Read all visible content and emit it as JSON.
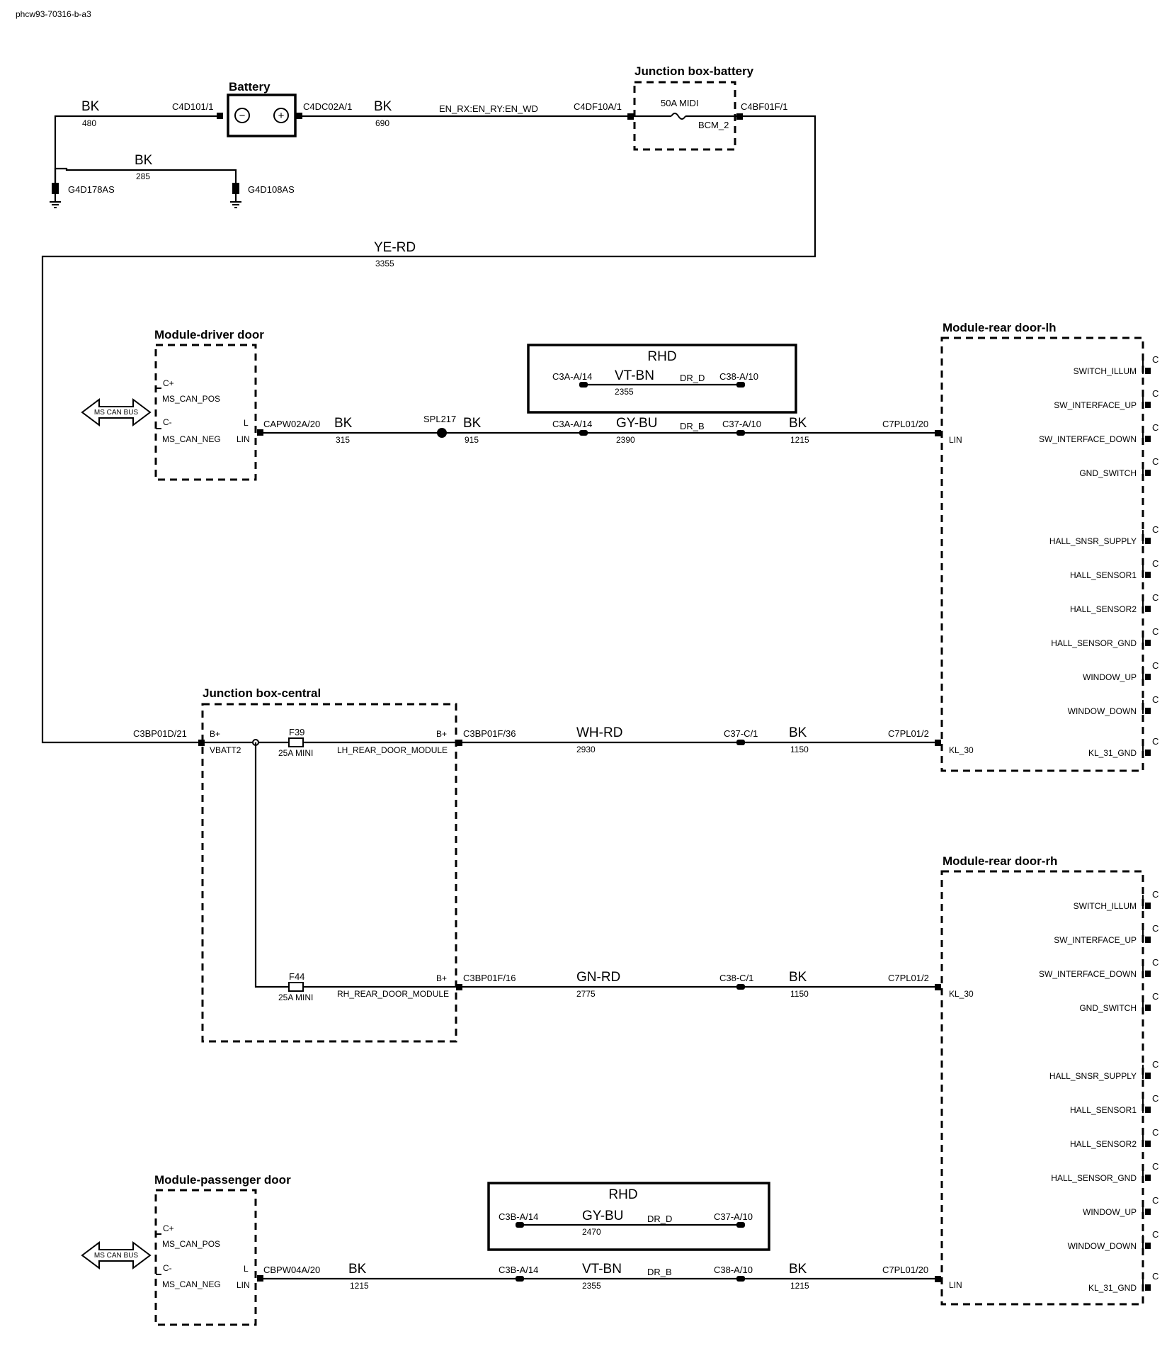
{
  "doc_id": "phcw93-70316-b-a3",
  "components": {
    "battery": {
      "title": "Battery",
      "neg": "−",
      "pos": "+"
    },
    "jb_battery": {
      "title": "Junction box-battery",
      "fuse": "50A MIDI",
      "circuit": "BCM_2"
    },
    "driver_door": {
      "title": "Module-driver door",
      "pins": [
        "C+",
        "MS_CAN_POS",
        "C-",
        "MS_CAN_NEG",
        "L",
        "LIN"
      ],
      "can_bus": "MS CAN BUS"
    },
    "passenger_door": {
      "title": "Module-passenger door",
      "pins": [
        "C+",
        "MS_CAN_POS",
        "C-",
        "MS_CAN_NEG",
        "L",
        "LIN"
      ],
      "can_bus": "MS CAN BUS"
    },
    "jb_central": {
      "title": "Junction box-central",
      "bplus": "B+",
      "vbatt": "VBATT2",
      "fuse1": {
        "id": "F39",
        "rating": "25A MINI",
        "out": "LH_REAR_DOOR_MODULE",
        "bplus": "B+"
      },
      "fuse2": {
        "id": "F44",
        "rating": "25A MINI",
        "out": "RH_REAR_DOOR_MODULE",
        "bplus": "B+"
      }
    },
    "rear_lh": {
      "title": "Module-rear door-lh",
      "pin_lin": "LIN",
      "pin_kl30": "KL_30",
      "pin_kl31": "KL_31_GND"
    },
    "rear_rh": {
      "title": "Module-rear door-rh",
      "pin_lin": "LIN",
      "pin_kl30": "KL_30",
      "pin_kl31": "KL_31_GND"
    },
    "module_pins": [
      "SWITCH_ILLUM",
      "SW_INTERFACE_UP",
      "SW_INTERFACE_DOWN",
      "GND_SWITCH",
      "HALL_SNSR_SUPPLY",
      "HALL_SENSOR1",
      "HALL_SENSOR2",
      "HALL_SENSOR_GND",
      "WINDOW_UP",
      "WINDOW_DOWN"
    ],
    "edge_letter": "C"
  },
  "wires": {
    "w480": {
      "color": "BK",
      "num": "480"
    },
    "w285": {
      "color": "BK",
      "num": "285"
    },
    "w690": {
      "color": "BK",
      "num": "690"
    },
    "w_en": {
      "label": "EN_RX:EN_RY:EN_WD"
    },
    "w3355": {
      "color": "YE-RD",
      "num": "3355"
    },
    "w315": {
      "color": "BK",
      "num": "315"
    },
    "w915": {
      "color": "BK",
      "num": "915"
    },
    "w2390": {
      "color": "GY-BU",
      "num": "2390",
      "tag": "DR_B"
    },
    "w1215a": {
      "color": "BK",
      "num": "1215"
    },
    "w2355a": {
      "color": "VT-BN",
      "num": "2355",
      "tag": "DR_D"
    },
    "w2930": {
      "color": "WH-RD",
      "num": "2930"
    },
    "w1150a": {
      "color": "BK",
      "num": "1150"
    },
    "w2775": {
      "color": "GN-RD",
      "num": "2775"
    },
    "w1150b": {
      "color": "BK",
      "num": "1150"
    },
    "w2470": {
      "color": "GY-BU",
      "num": "2470",
      "tag": "DR_D"
    },
    "w1215b": {
      "color": "BK",
      "num": "1215"
    },
    "w2355b": {
      "color": "VT-BN",
      "num": "2355",
      "tag": "DR_B"
    },
    "w1215c": {
      "color": "BK",
      "num": "1215"
    }
  },
  "connectors": {
    "c4d101": "C4D101/1",
    "c4dc02a": "C4DC02A/1",
    "c4df10a": "C4DF10A/1",
    "c4bf01f": "C4BF01F/1",
    "g4d178": "G4D178AS",
    "g4d108": "G4D108AS",
    "capw02a": "CAPW02A/20",
    "spl217": "SPL217",
    "c3a_a14": "C3A-A/14",
    "c37_a10": "C37-A/10",
    "c38_a10": "C38-A/10",
    "c7pl01_20": "C7PL01/20",
    "c3bp01d": "C3BP01D/21",
    "c3bp01f_36": "C3BP01F/36",
    "c37_c1": "C37-C/1",
    "c7pl01_2": "C7PL01/2",
    "c3bp01f_16": "C3BP01F/16",
    "c38_c1": "C38-C/1",
    "cbpw04a": "CBPW04A/20",
    "c3b_a14": "C3B-A/14"
  },
  "rhd": "RHD"
}
